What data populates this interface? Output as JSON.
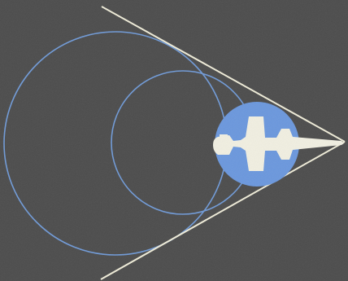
{
  "colors": {
    "background": "#4b4b4b",
    "circle_stroke": "#6f9ad8",
    "disc_fill": "#6a97dd",
    "aircraft_fill": "#f1efe1",
    "cone_line": "#efecd8"
  },
  "diagram": {
    "elements": [
      "cone-boundary-lines",
      "large-circle",
      "medium-circle",
      "blue-disc",
      "aircraft-silhouette"
    ],
    "aircraft_icon": "jet-aircraft-icon"
  }
}
